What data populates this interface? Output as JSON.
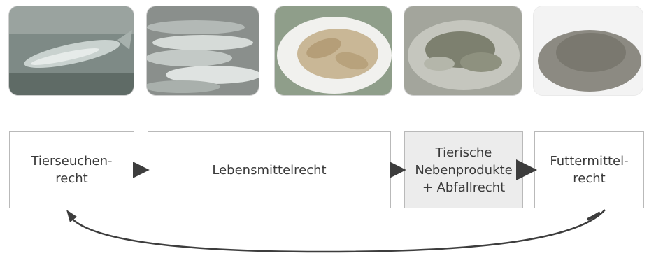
{
  "photos": [
    {
      "icon": "fish-photo-icon"
    },
    {
      "icon": "fish-pile-photo-icon"
    },
    {
      "icon": "fish-fillet-plate-photo-icon"
    },
    {
      "icon": "fish-waste-photo-icon"
    },
    {
      "icon": "fish-meal-powder-photo-icon"
    }
  ],
  "boxes": [
    {
      "label": "Tierseuchen-\nrecht"
    },
    {
      "label": "Lebensmittelrecht"
    },
    {
      "label": "Tierische\nNebenprodukte\n+ Abfallrecht"
    },
    {
      "label": "Futtermittel-\nrecht"
    }
  ],
  "colors": {
    "arrow": "#3d3d3d",
    "box_border": "#b9b9b9",
    "highlight_box": "#ececec",
    "text": "#3a3a3a"
  }
}
